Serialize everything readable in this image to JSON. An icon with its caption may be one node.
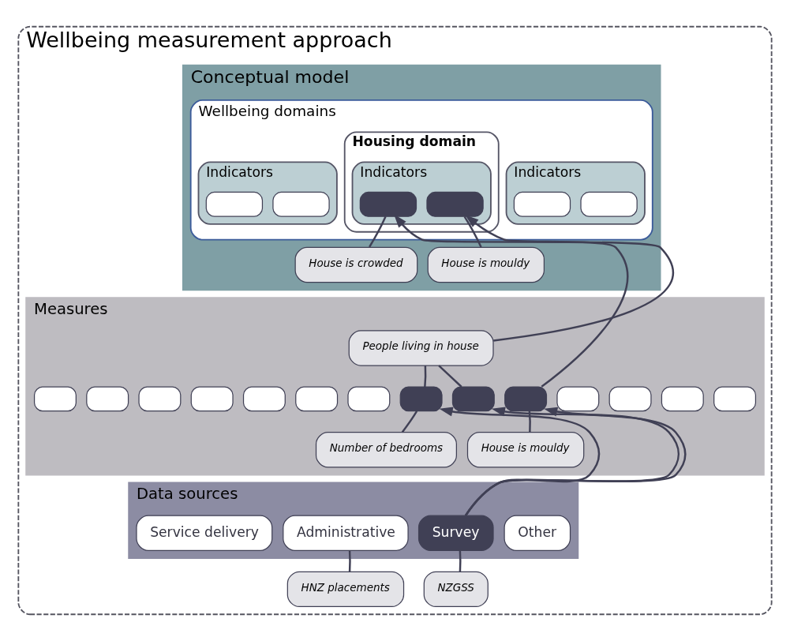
{
  "diagram": {
    "nodes": [
      {
        "text": [
          "Wellbeing measurement approach"
        ]
      },
      {
        "text": [
          "Conceptual model"
        ],
        "in": 0
      },
      {
        "text": [
          "Wellbeing domains"
        ],
        "in": 1
      },
      {
        "text": [
          "Indicators"
        ],
        "in": 2
      },
      {
        "text": [],
        "shape": "box",
        "in": 3
      },
      {
        "text": [],
        "shape": "box",
        "in": 3
      },
      {
        "text": [
          "Housing domain"
        ],
        "in": 2
      },
      {
        "text": [
          "Indicators"
        ],
        "in": 6
      },
      {
        "text": [],
        "shape": "box",
        "in": 7
      },
      {
        "text": [],
        "shape": "box",
        "in": 7
      },
      {
        "text": [
          "Indicators"
        ],
        "in": 2
      },
      {
        "text": [],
        "shape": "box",
        "in": 10
      },
      {
        "text": [],
        "shape": "box",
        "in": 10
      },
      {
        "text": [
          "House is crowded"
        ],
        "in": 1
      },
      {
        "text": [
          "House is mouldy"
        ],
        "in": 1
      },
      {
        "text": [
          "Measures"
        ],
        "in": 0
      },
      {
        "text": [],
        "shape": "box",
        "in": 15
      },
      {
        "text": [],
        "shape": "box",
        "in": 15
      },
      {
        "text": [],
        "shape": "box",
        "in": 15
      },
      {
        "text": [],
        "shape": "box",
        "in": 15
      },
      {
        "text": [],
        "shape": "box",
        "in": 15
      },
      {
        "text": [],
        "shape": "box",
        "in": 15
      },
      {
        "text": [],
        "shape": "box",
        "in": 15
      },
      {
        "text": [],
        "shape": "box",
        "in": 15
      },
      {
        "text": [],
        "shape": "box",
        "in": 15
      },
      {
        "text": [],
        "shape": "box",
        "in": 15
      },
      {
        "text": [],
        "shape": "box",
        "in": 15
      },
      {
        "text": [],
        "shape": "box",
        "in": 15
      },
      {
        "text": [],
        "shape": "box",
        "in": 15
      },
      {
        "text": [],
        "shape": "box",
        "in": 15
      },
      {
        "text": [
          "People living in house"
        ],
        "in": 15
      },
      {
        "text": [
          "Number of bedrooms"
        ],
        "in": 15
      },
      {
        "text": [
          "House is mouldy"
        ],
        "in": 15
      },
      {
        "text": [
          "Data sources"
        ],
        "in": 0
      },
      {
        "text": [
          "Service delivery"
        ],
        "in": 33
      },
      {
        "text": [
          "Administrative"
        ],
        "in": 33
      },
      {
        "text": [
          "Survey"
        ],
        "in": 33
      },
      {
        "text": [
          "Other"
        ],
        "in": 33
      },
      {
        "text": [
          "HNZ placements"
        ],
        "in": 0
      },
      {
        "text": [
          "NZGSS"
        ],
        "in": 0
      }
    ],
    "edges": [
      {
        "from": 36,
        "to": 23,
        "arrow": "to"
      },
      {
        "from": 36,
        "to": 24,
        "arrow": "to"
      },
      {
        "from": 36,
        "to": 25,
        "arrow": "to"
      },
      {
        "from": 30,
        "to": 8,
        "arrow": "to"
      },
      {
        "from": 25,
        "to": 9,
        "arrow": "to"
      },
      {
        "from": 23,
        "to": 30,
        "arrow": "none"
      },
      {
        "from": 24,
        "to": 30,
        "arrow": "none"
      },
      {
        "from": 31,
        "to": 23,
        "arrow": "none"
      },
      {
        "from": 25,
        "to": 32,
        "arrow": "none"
      },
      {
        "from": 8,
        "to": 13,
        "arrow": "none"
      },
      {
        "from": 9,
        "to": 14,
        "arrow": "none"
      },
      {
        "from": 38,
        "to": 35,
        "arrow": "none"
      },
      {
        "from": 39,
        "to": 36,
        "arrow": "none"
      }
    ]
  }
}
